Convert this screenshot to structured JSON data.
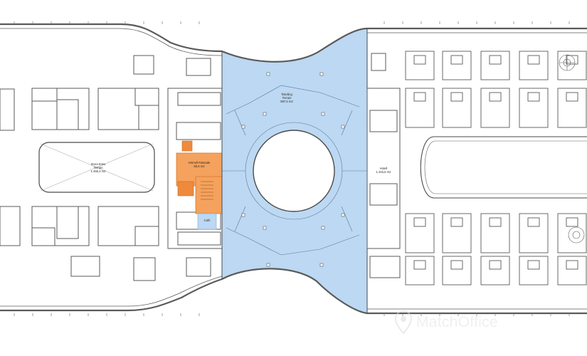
{
  "colors": {
    "background": "#ffffff",
    "line": "#5a5a5a",
    "light_line": "#a8a8a8",
    "blue_area": "#bcd8f2",
    "blue_stroke": "#7fa8cf",
    "orange_area": "#f4a25d",
    "orange_dark": "#ef8a3c",
    "watermark": "#e4e4e4"
  },
  "labels": {
    "west_room": {
      "line1": "Stora Ensu",
      "line2": "Terrain",
      "line3": "1.455,3 m2"
    },
    "central_area": {
      "line1": "Takvång",
      "line2": "Terrain",
      "line3": "897,5 m2"
    },
    "orange_room": {
      "line1": "Hörnell Passade",
      "line2": "86,6 m2"
    },
    "east_room": {
      "line1": "Hotell",
      "line2": "1.316,5 m2"
    },
    "small_room": {
      "line1": "Café"
    }
  },
  "watermark": {
    "text": "MatchOffice",
    "icon": "location-pin-icon"
  }
}
